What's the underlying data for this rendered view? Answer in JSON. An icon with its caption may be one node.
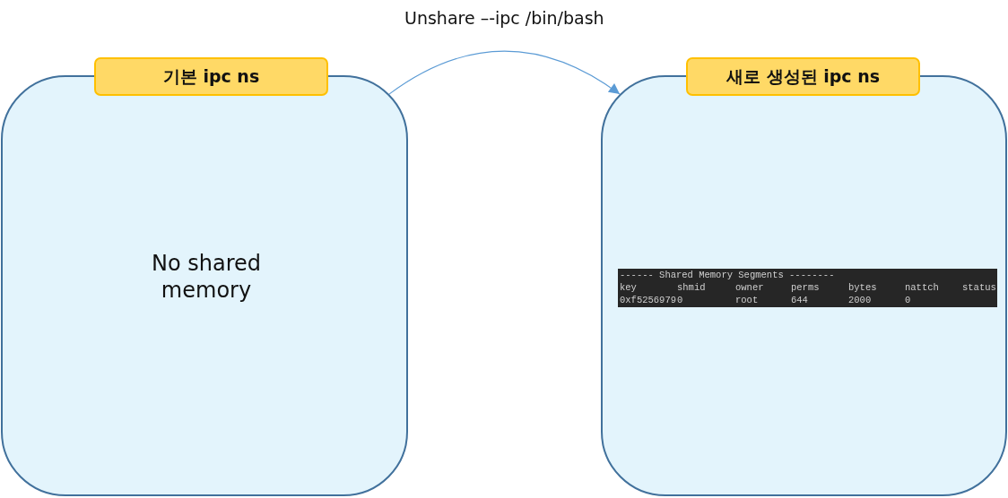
{
  "diagram": {
    "nodes": [
      {
        "text": [
          "기본 ipc ns",
          "No shared memory"
        ]
      },
      {
        "text": [
          "새로 생성된 ipc ns"
        ]
      },
      {
        "text": [
          "------ Shared Memory Segments --------",
          "key",
          "shmid",
          "owner",
          "perms",
          "bytes",
          "nattch",
          "status",
          "0xf5256979",
          "0",
          "root",
          "644",
          "2000",
          "0"
        ],
        "in": 1
      }
    ],
    "edges": [
      {
        "from": 0,
        "to": 1,
        "arrow": "to",
        "label": "Unshare –-ipc /bin/bash"
      }
    ]
  }
}
